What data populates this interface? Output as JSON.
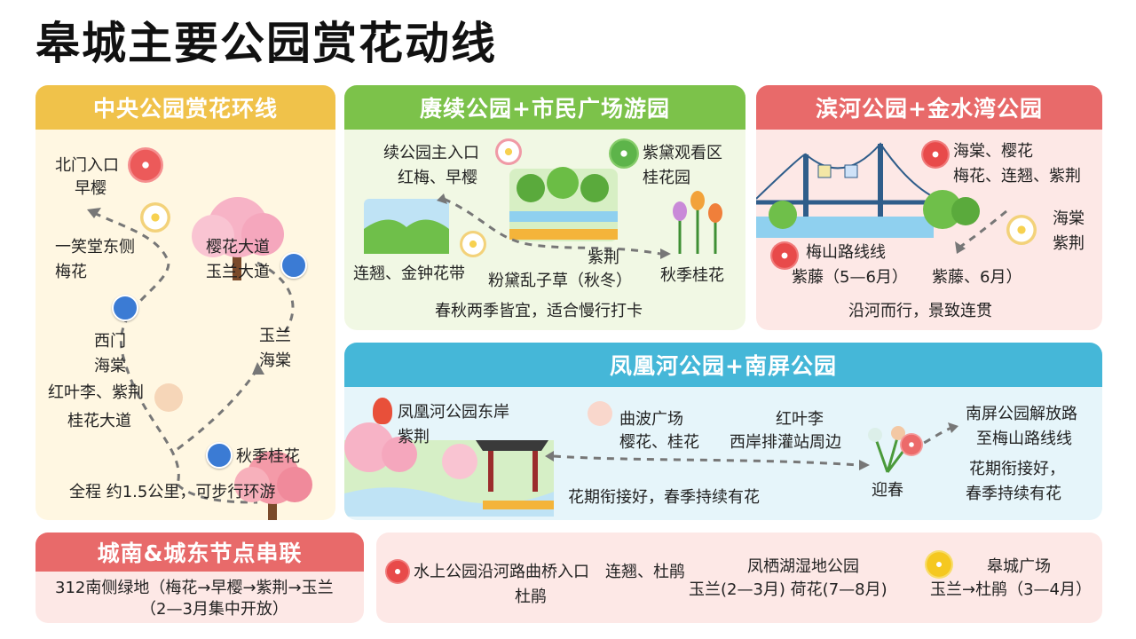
{
  "title": "皋城主要公园赏花动线",
  "colors": {
    "yellow": "#f0c24a",
    "green": "#7cc24a",
    "red": "#e86a6a",
    "teal": "#45b7d8",
    "pink_bg": "#fde8e6",
    "cream_bg": "#fff7e2",
    "green_bg": "#f1f8e4",
    "teal_bg": "#e6f5fa"
  },
  "central": {
    "header": "中央公园赏花环线",
    "north_gate": "北门入口",
    "north_flower": "早樱",
    "yixiaotang": "一笑堂东侧",
    "yixiaotang_flower": "梅花",
    "sakura_road": "樱花大道",
    "magnolia_road": "玉兰大道",
    "west_gate": "西门",
    "west_flower1": "海棠",
    "west_flower2": "红叶李、紫荆",
    "west_flower3": "桂花大道",
    "east_flower1": "玉兰",
    "east_flower2": "海棠",
    "autumn": "秋季桂花",
    "footer": "全程  约1.5公里，可步行环游"
  },
  "gengxu": {
    "header": "赓续公园+市民广场游园",
    "main_gate": "续公园主入口",
    "main_flowers": "红梅、早樱",
    "purple_area": "紫黛观看区",
    "osmanthus_garden": "桂花园",
    "forsythia": "连翘、金钟花带",
    "redbud": "紫荆",
    "muhly": "粉黛乱子草（秋冬）",
    "autumn": "秋季桂花",
    "footer": "春秋两季皆宜，适合慢行打卡"
  },
  "binhe": {
    "header": "滨河公园+金水湾公园",
    "flowers1": "海棠、樱花",
    "flowers2": "梅花、连翘、紫荆",
    "haitang": "海棠",
    "zijing": "紫荆",
    "meishan": "梅山路线线",
    "wisteria": "紫藤（5—6月）",
    "wisteria2": "紫藤、6月）",
    "footer": "沿河而行，景致连贯"
  },
  "fenghuang": {
    "header": "凤凰河公园+南屏公园",
    "east_bank": "凤凰河公园东岸",
    "east_bank_flower": "紫荆",
    "qubo": "曲波广场",
    "qubo_flowers": "樱花、桂花",
    "hongyeli": "红叶李",
    "west_bank": "西岸排灌站周边",
    "nanping1": "南屏公园解放路",
    "nanping2": "至梅山路线线",
    "nanping3": "花期衔接好，",
    "nanping4": "春季持续有花",
    "yingchun": "迎春",
    "footer": "花期衔接好，春季持续有花"
  },
  "south_east": {
    "header": "城南&城东节点串联",
    "line1": "312南侧绿地（梅花→早樱→紫荆→玉兰",
    "line2": "（2—3月集中开放）"
  },
  "bottom": {
    "water_park": "水上公园沿河路曲桥入口",
    "water_park_flowers": "连翘、杜鹃",
    "water_park_flower2": "杜鹃",
    "fengqi": "凤栖湖湿地公园",
    "fengqi_flowers": "玉兰(2—3月)  荷花(7—8月)",
    "gaocheng": "皋城广场",
    "gaocheng_flowers": "玉兰→杜鹃（3—4月）"
  }
}
